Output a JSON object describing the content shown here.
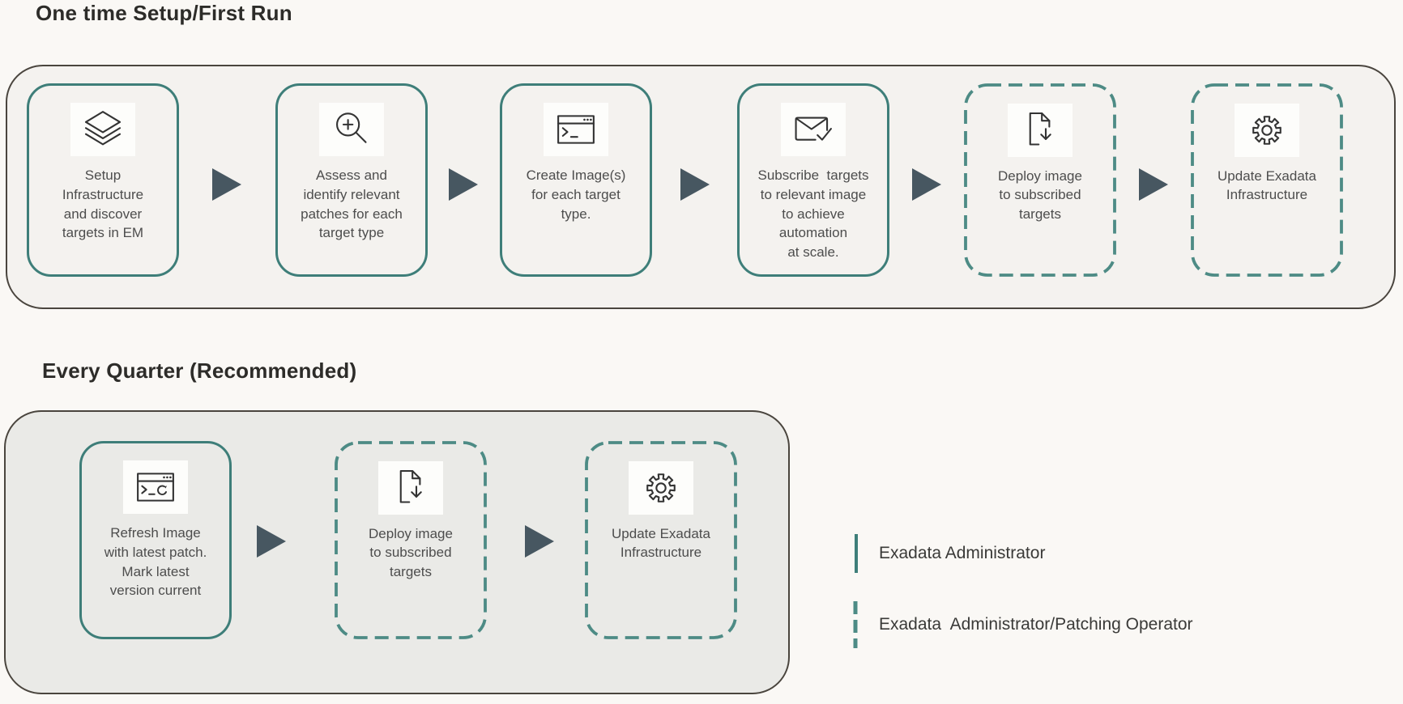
{
  "colors": {
    "admin_role_solid": "#3e7e79",
    "operator_role_dashed": "#4d8b85",
    "flow_arrow": "#475761",
    "panel_one_fill": "#f4f2ef",
    "panel_two_fill": "#eaeae7"
  },
  "sections": [
    {
      "title": "One time Setup/First Run",
      "steps": [
        {
          "icon": "layers-icon",
          "role": "admin",
          "label": "Setup\nInfrastructure\nand discover\ntargets in EM"
        },
        {
          "icon": "zoom-in-icon",
          "role": "admin",
          "label": "Assess and\nidentify relevant\npatches for each\ntarget type"
        },
        {
          "icon": "terminal-icon",
          "role": "admin",
          "label": "Create Image(s)\nfor each target\ntype."
        },
        {
          "icon": "mail-check-icon",
          "role": "admin",
          "label": "Subscribe  targets\nto relevant image\nto achieve\nautomation\nat scale."
        },
        {
          "icon": "file-download-icon",
          "role": "admin-or-operator",
          "label": "Deploy image\nto subscribed\ntargets"
        },
        {
          "icon": "gear-icon",
          "role": "admin-or-operator",
          "label": "Update Exadata\nInfrastructure"
        }
      ]
    },
    {
      "title": "Every Quarter (Recommended)",
      "steps": [
        {
          "icon": "terminal-refresh-icon",
          "role": "admin",
          "label": "Refresh Image\nwith latest patch.\nMark latest\nversion current"
        },
        {
          "icon": "file-download-icon",
          "role": "admin-or-operator",
          "label": "Deploy image\nto subscribed\ntargets"
        },
        {
          "icon": "gear-icon",
          "role": "admin-or-operator",
          "label": "Update Exadata\nInfrastructure"
        }
      ]
    }
  ],
  "legend": [
    {
      "line_style": "solid",
      "label": "Exadata Administrator"
    },
    {
      "line_style": "dashed",
      "label": "Exadata  Administrator/Patching Operator"
    }
  ]
}
